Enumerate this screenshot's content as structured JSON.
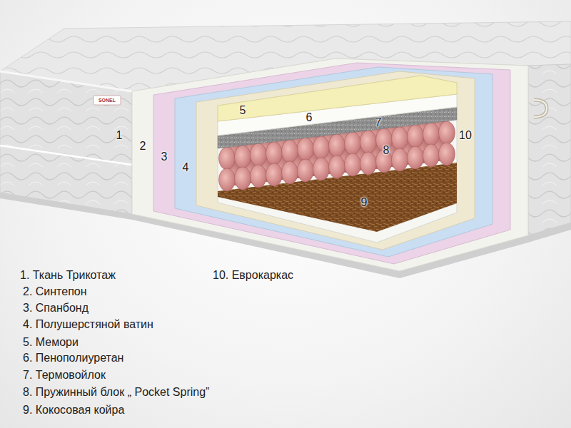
{
  "diagram": {
    "labels": [
      "1",
      "2",
      "3",
      "4",
      "5",
      "6",
      "7",
      "8",
      "9",
      "10",
      "SONEL",
      "1. Ткань Трикотаж",
      "2. Синтепон",
      "3. Спанбонд",
      "4. Полушерстяной ватин",
      "5. Мемори",
      "6. Пенополиуретан",
      "7. Термовойлок",
      "8. Пружинный блок „ Pocket Spring”",
      "9. Кокосовая койра",
      "10. Еврокаркас"
    ]
  }
}
